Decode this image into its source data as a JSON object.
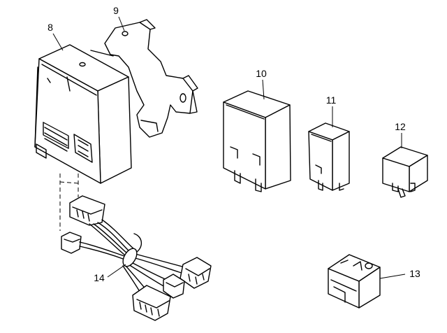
{
  "callouts": {
    "c8": "8",
    "c9": "9",
    "c10": "10",
    "c11": "11",
    "c12": "12",
    "c13": "13",
    "c14": "14"
  }
}
